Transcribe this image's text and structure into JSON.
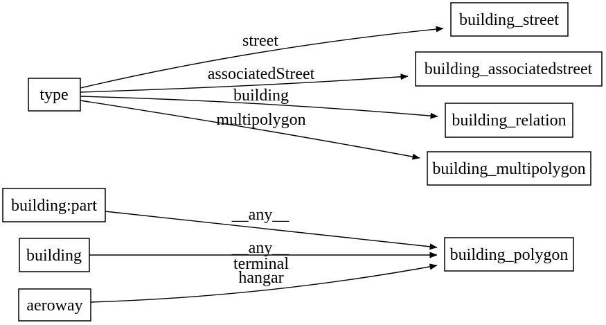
{
  "diagram": {
    "kind": "directed-graph",
    "background_color": "#ffffff",
    "node_fill_color": "#ffffff",
    "node_border_color": "#000000",
    "edge_color": "#000000",
    "text_color": "#000000",
    "nodes": [
      {
        "id": "type",
        "label": "type"
      },
      {
        "id": "building_street",
        "label": "building_street"
      },
      {
        "id": "building_associatedstreet",
        "label": "building_associatedstreet"
      },
      {
        "id": "building_relation",
        "label": "building_relation"
      },
      {
        "id": "building_multipolygon",
        "label": "building_multipolygon"
      },
      {
        "id": "building:part",
        "label": "building:part"
      },
      {
        "id": "building",
        "label": "building"
      },
      {
        "id": "aeroway",
        "label": "aeroway"
      },
      {
        "id": "building_polygon",
        "label": "building_polygon"
      }
    ],
    "edges": [
      {
        "from": "type",
        "to": "building_street",
        "label": "street"
      },
      {
        "from": "type",
        "to": "building_associatedstreet",
        "label": "associatedStreet"
      },
      {
        "from": "type",
        "to": "building_relation",
        "label": "building"
      },
      {
        "from": "type",
        "to": "building_multipolygon",
        "label": "multipolygon"
      },
      {
        "from": "building:part",
        "to": "building_polygon",
        "label": "__any__"
      },
      {
        "from": "building",
        "to": "building_polygon",
        "label": "__any__"
      },
      {
        "from": "aeroway",
        "to": "building_polygon",
        "label_lines": [
          "terminal",
          "hangar"
        ]
      }
    ]
  }
}
